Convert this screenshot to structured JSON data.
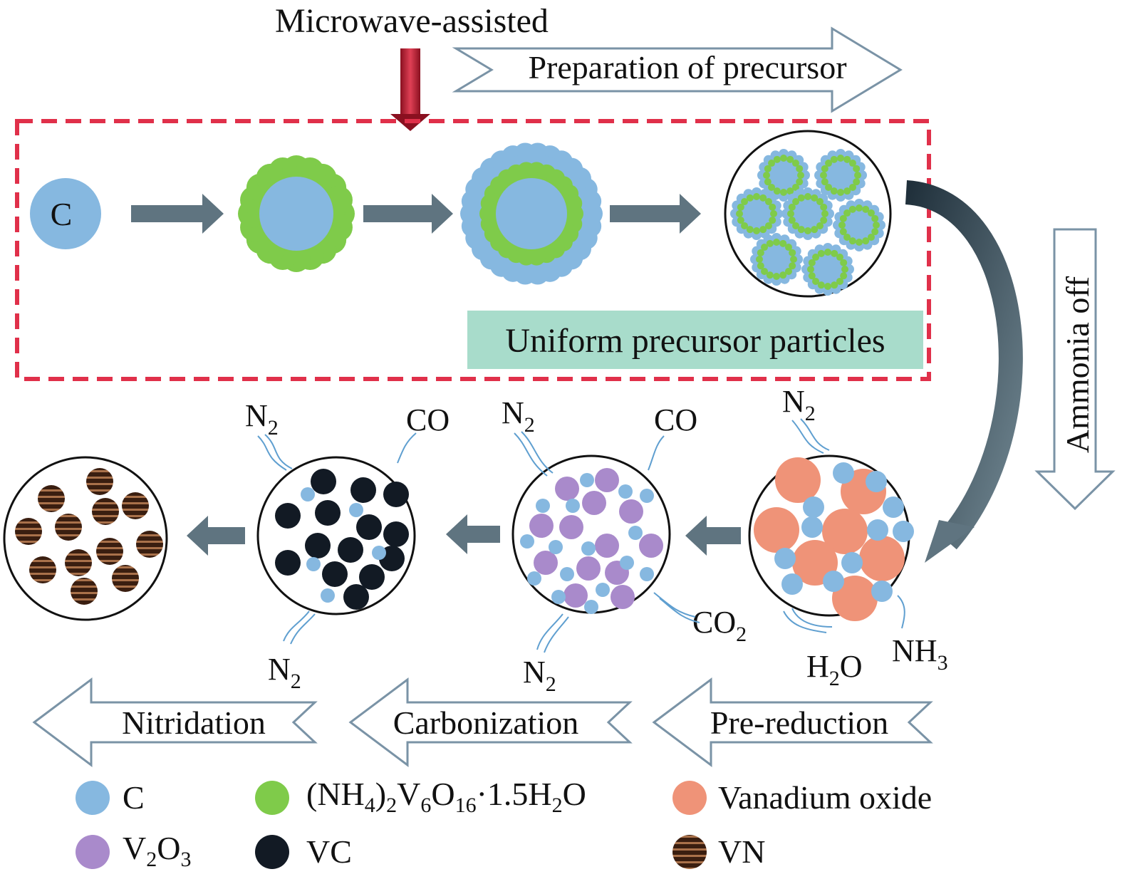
{
  "labels": {
    "microwave": "Microwave-assisted",
    "preparation": "Preparation of precursor",
    "uniform": "Uniform precursor particles",
    "ammonia": "Ammonia off",
    "carbon_core": "C",
    "n2": "N",
    "n2_sub": "2",
    "co": "CO",
    "co2": "CO",
    "co2_sub": "2",
    "h2o_a": "H",
    "h2o_sub": "2",
    "h2o_b": "O",
    "nh3": "NH",
    "nh3_sub": "3",
    "nitridation": "Nitridation",
    "carbonization": "Carbonization",
    "prereduction": "Pre-reduction"
  },
  "legend": {
    "c": "C",
    "nvo_a": "(NH",
    "nvo_s1": "4",
    "nvo_b": ")",
    "nvo_s2": "2",
    "nvo_c": "V",
    "nvo_s3": "6",
    "nvo_d": "O",
    "nvo_s4": "16",
    "nvo_e": "·1.5H",
    "nvo_s5": "2",
    "nvo_f": "O",
    "vox": "Vanadium oxide",
    "v2o3_a": "V",
    "v2o3_s1": "2",
    "v2o3_b": "O",
    "v2o3_s2": "3",
    "vc": "VC",
    "vn": "VN"
  },
  "colors": {
    "carbon": "#86b8e0",
    "nvo": "#7fcb4a",
    "vox": "#ef9378",
    "v2o3": "#a98acb",
    "vc": "#121a24",
    "vn": "#4a2a1a",
    "arrow": "#5f7480",
    "dash": "#e0304a",
    "banner": "#a8dccb",
    "microwave": "#c8283a"
  }
}
